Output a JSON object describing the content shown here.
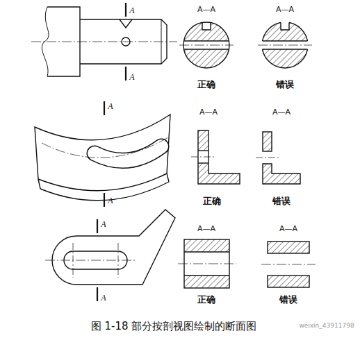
{
  "diagram": {
    "caption": "图 1-18  部分按剖视图绘制的断面图",
    "labels": [
      "A",
      "A",
      "A—A",
      "正确",
      "A—A",
      "错误",
      "A",
      "A",
      "A—A",
      "正确",
      "A—A",
      "错误",
      "A",
      "A",
      "A—A",
      "正确",
      "A—A",
      "错误",
      "weixin_43911798"
    ]
  }
}
